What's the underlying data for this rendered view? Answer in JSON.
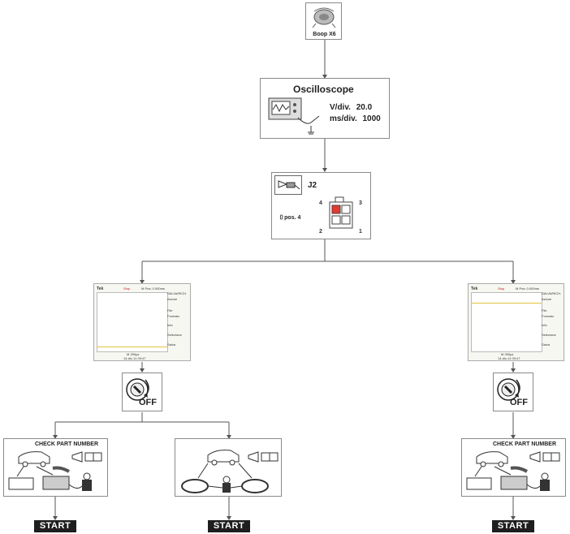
{
  "device": {
    "label": "Boop X6"
  },
  "oscilloscope": {
    "title": "Oscilloscope",
    "vdiv_label": "V/div.",
    "vdiv_value": "20.0",
    "msdiv_label": "ms/div.",
    "msdiv_value": "1000"
  },
  "connector": {
    "name": "J2",
    "pos_label": "pos. 4",
    "pins": [
      "1",
      "2",
      "3",
      "4"
    ]
  },
  "scope_screen": {
    "brand": "Tek",
    "status": "Stop",
    "mpos": "M Pos: 0.000ms",
    "menu_title": "SALVA/RICH.",
    "menu_items": [
      "Azione",
      "File",
      "Formato",
      "Info",
      "Seleziona",
      "Salva"
    ],
    "time": "M 250µs",
    "date": "14-dic-11 09:47"
  },
  "ignition": {
    "label": "OFF"
  },
  "check_part_number": "CHECK PART NUMBER",
  "start_label": "START"
}
